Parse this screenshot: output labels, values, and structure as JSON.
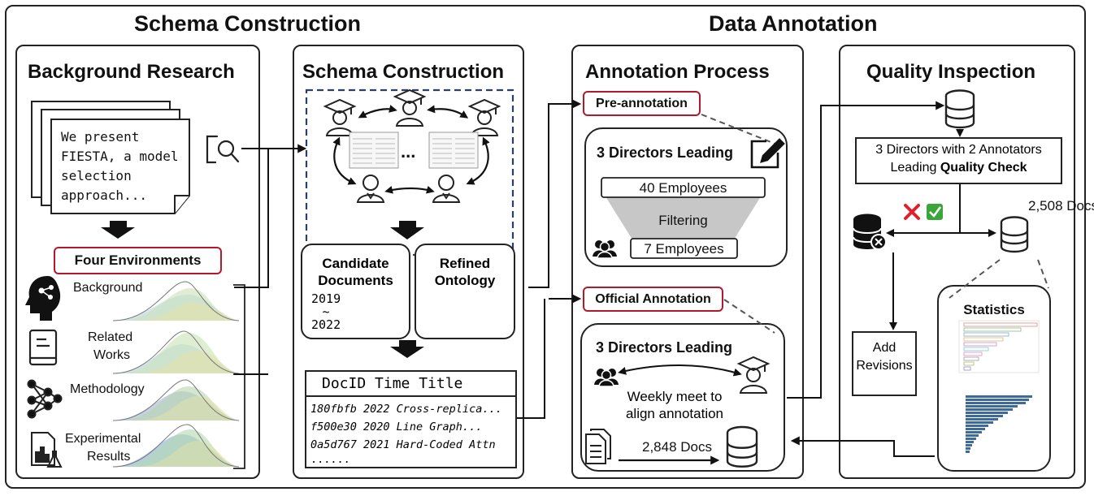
{
  "sections": {
    "schema_construction": "Schema Construction",
    "data_annotation": "Data Annotation"
  },
  "background": {
    "title": "Background Research",
    "doc_text": [
      "We present",
      "FIESTA, a model",
      "selection",
      "approach..."
    ],
    "environments_label": "Four Environments",
    "env_items": [
      "Background",
      "Related",
      "Works",
      "Methodology",
      "Experimental",
      "Results"
    ],
    "icons": [
      "head-icon",
      "book-icon",
      "network-icon",
      "chart-flask-icon",
      "magnifier-icon"
    ]
  },
  "schema": {
    "title": "Schema Construction",
    "ellipsis": "...",
    "candidate_title": [
      "Candidate",
      "Documents"
    ],
    "years": [
      "2019",
      "~",
      "2022"
    ],
    "refined_title": [
      "Refined",
      "Ontology"
    ],
    "table": {
      "headers": "DocID Time Title",
      "rows": [
        "180fbfb 2022 Cross-replica...",
        "f500e30 2020 Line Graph...",
        "0a5d767 2021 Hard-Coded Attn"
      ],
      "more": "......"
    }
  },
  "annotation": {
    "title": "Annotation Process",
    "pre_label": "Pre-annotation",
    "pre_leading": "3 Directors Leading",
    "employees_40": "40 Employees",
    "filtering": "Filtering",
    "employees_7": "7 Employees",
    "official_label": "Official Annotation",
    "official_leading": "3 Directors Leading",
    "weekly": [
      "Weekly meet to",
      "align annotation"
    ],
    "docs": "2,848 Docs"
  },
  "quality": {
    "title": "Quality Inspection",
    "check_line1": "3 Directors with 2 Annotators",
    "check_line2_prefix": "Leading ",
    "check_line2_bold": "Quality Check",
    "docs": "2,508 Docs",
    "add": "Add",
    "revisions": "Revisions",
    "statistics": "Statistics"
  },
  "colors": {
    "accent_red": "#b3182d",
    "check_green": "#3aa63a",
    "cross_red": "#e0212d",
    "navy": "#2a3f66",
    "bar_blue": "#3d6a9a"
  }
}
